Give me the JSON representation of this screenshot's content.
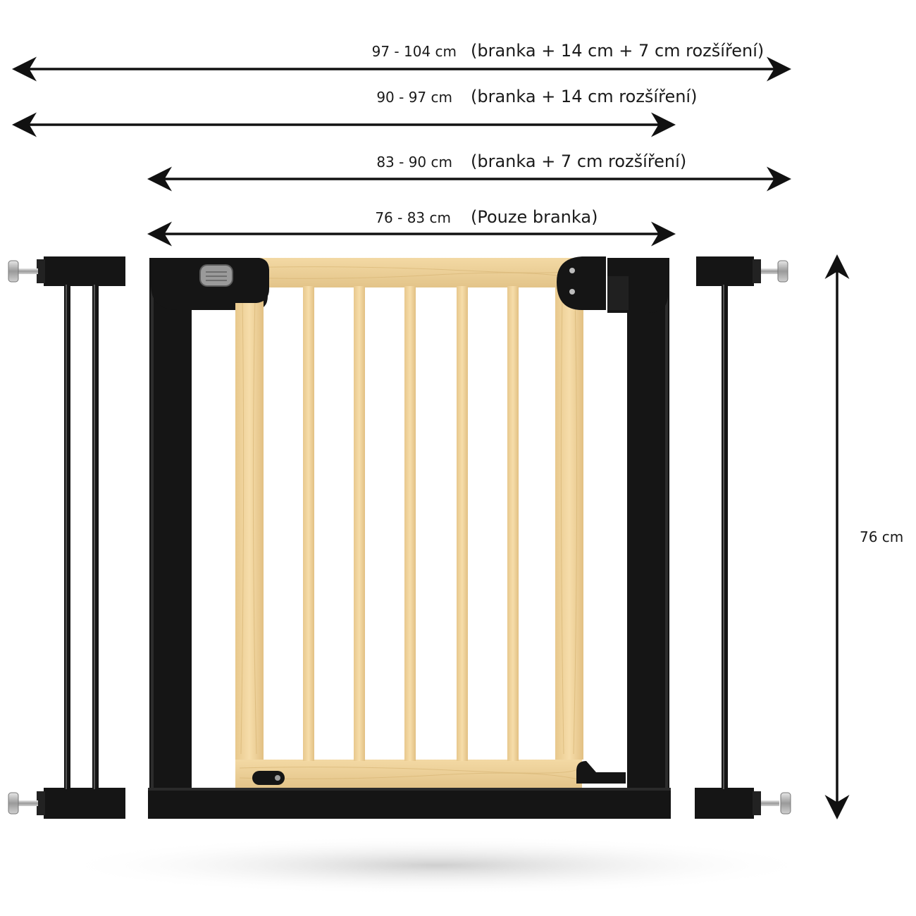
{
  "dimensions": [
    {
      "range": "97 -  104 cm",
      "note": "(branka + 14 cm + 7 cm rozšíření)"
    },
    {
      "range": "90 -  97 cm",
      "note": "(branka + 14 cm rozšíření)"
    },
    {
      "range": "83 -  90 cm",
      "note": "(branka + 7 cm rozšíření)"
    },
    {
      "range": "76 - 83 cm",
      "note": "(Pouze branka)"
    }
  ],
  "height": {
    "label": "76 cm"
  },
  "colors": {
    "frame": "#151515",
    "wood": "#f0d49c",
    "wood_grain": "#d9b878",
    "metal": "#b8b8b8",
    "shadow": "#d6d6d6"
  }
}
